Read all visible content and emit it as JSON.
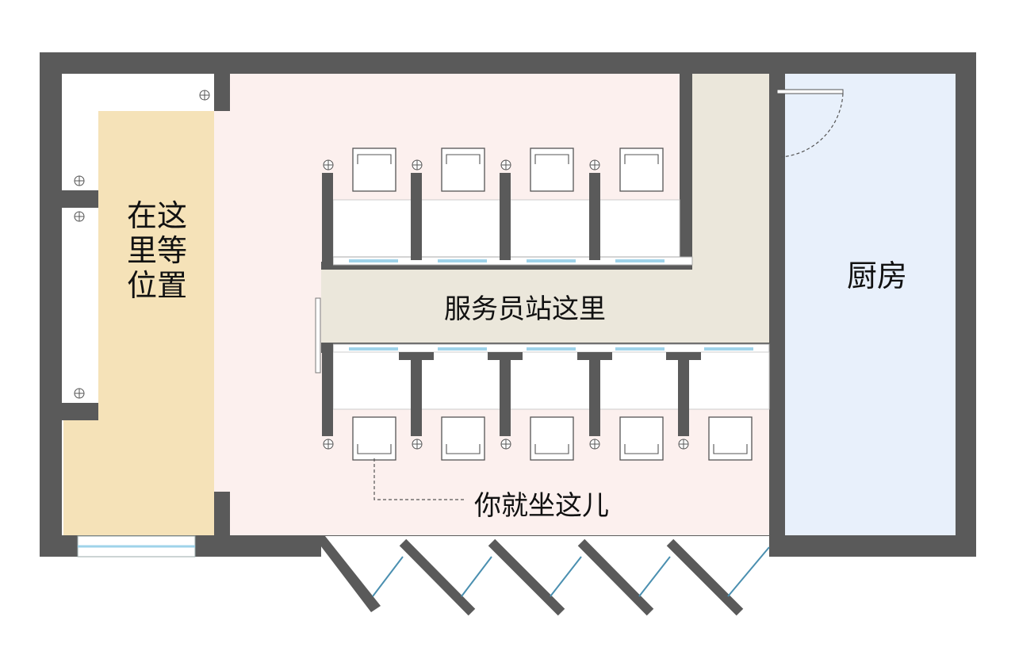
{
  "labels": {
    "waiting_area": "在这里等位置",
    "staff_station": "服务员站这里",
    "kitchen": "厨房",
    "your_seat": "你就坐这儿"
  },
  "colors": {
    "wall": "#5a5a5a",
    "waiting_area": "#f5e2b8",
    "dining_floor": "#fcf0ee",
    "staff_corridor": "#ebe7db",
    "kitchen": "#e8f0fb",
    "glass": "#9fd3ea"
  },
  "icons": {
    "fixture": "circle-cross-icon",
    "seat": "chair-icon",
    "door": "swing-door-icon"
  }
}
